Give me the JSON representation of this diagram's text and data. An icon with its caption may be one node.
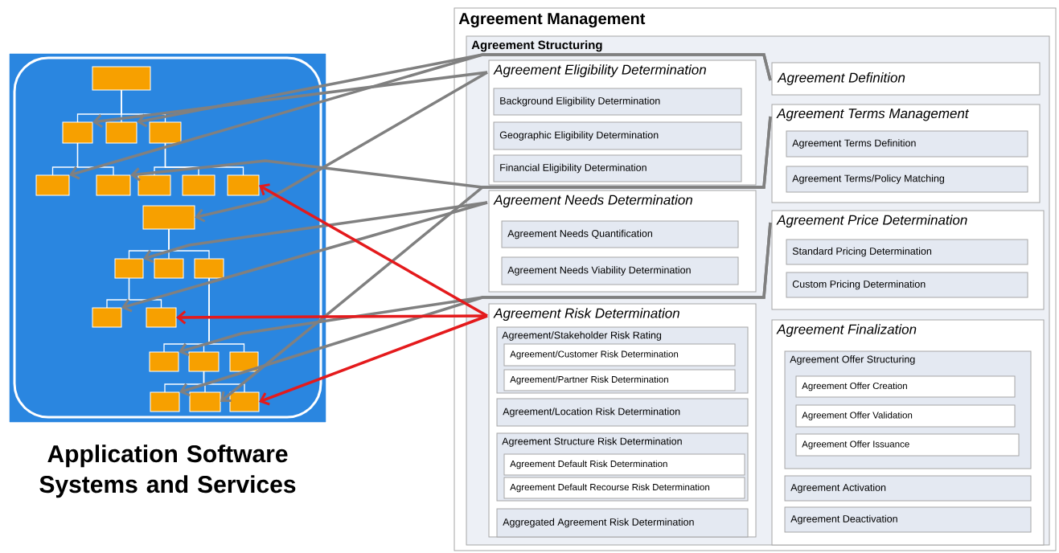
{
  "diagram": {
    "nodes": [
      {
        "text": [],
        "shape": "box",
        "beside": [
          "Application Software Systems and Services"
        ]
      },
      {
        "text": [],
        "shape": "box",
        "in": 0
      },
      {
        "text": [],
        "shape": "box",
        "in": 0
      },
      {
        "text": [],
        "shape": "box",
        "in": 0
      },
      {
        "text": [],
        "shape": "box",
        "in": 0
      },
      {
        "text": [],
        "shape": "box",
        "in": 0
      },
      {
        "text": [],
        "shape": "box",
        "in": 0
      },
      {
        "text": [],
        "shape": "box",
        "in": 0
      },
      {
        "text": [],
        "shape": "box",
        "in": 0
      },
      {
        "text": [],
        "shape": "box",
        "in": 0
      },
      {
        "text": [],
        "shape": "box",
        "in": 0
      },
      {
        "text": [],
        "shape": "box",
        "in": 0
      },
      {
        "text": [],
        "shape": "box",
        "in": 0
      },
      {
        "text": [],
        "shape": "box",
        "in": 0
      },
      {
        "text": [],
        "shape": "box",
        "in": 0
      },
      {
        "text": [],
        "shape": "box",
        "in": 0
      },
      {
        "text": [],
        "shape": "box",
        "in": 0
      },
      {
        "text": [],
        "shape": "box",
        "in": 0
      },
      {
        "text": [],
        "shape": "box",
        "in": 0
      },
      {
        "text": [],
        "shape": "box",
        "in": 0
      },
      {
        "text": [],
        "shape": "box",
        "in": 0
      },
      {
        "text": [],
        "shape": "box",
        "in": 0
      },
      {
        "text": [
          "Agreement Management"
        ]
      },
      {
        "text": [
          "Agreement Structuring"
        ],
        "in": 22
      },
      {
        "text": [
          "Agreement Eligibility Determination"
        ],
        "in": 23
      },
      {
        "text": [
          "Background Eligibility Determination"
        ],
        "in": 24
      },
      {
        "text": [
          "Geographic Eligibility Determination"
        ],
        "in": 24
      },
      {
        "text": [
          "Financial Eligibility Determination"
        ],
        "in": 24
      },
      {
        "text": [
          "Agreement Definition"
        ],
        "in": 23
      },
      {
        "text": [
          "Agreement Terms Management"
        ],
        "in": 23
      },
      {
        "text": [
          "Agreement Terms Definition"
        ],
        "in": 29
      },
      {
        "text": [
          "Agreement Terms/Policy Matching"
        ],
        "in": 29
      },
      {
        "text": [
          "Agreement Needs Determination"
        ],
        "in": 23
      },
      {
        "text": [
          "Agreement Needs Quantification"
        ],
        "in": 32
      },
      {
        "text": [
          "Agreement Needs Viability Determination"
        ],
        "in": 32
      },
      {
        "text": [
          "Agreement Price Determination"
        ],
        "in": 23
      },
      {
        "text": [
          "Standard Pricing Determination"
        ],
        "in": 35
      },
      {
        "text": [
          "Custom Pricing Determination"
        ],
        "in": 35
      },
      {
        "text": [
          "Agreement Risk Determination"
        ],
        "in": 23
      },
      {
        "text": [
          "Agreement/Stakeholder Risk Rating"
        ],
        "in": 38
      },
      {
        "text": [
          "Agreement/Customer Risk Determination"
        ],
        "in": 39
      },
      {
        "text": [
          "Agreement/Partner Risk Determination"
        ],
        "in": 39
      },
      {
        "text": [
          "Agreement/Location Risk Determination"
        ],
        "in": 38
      },
      {
        "text": [
          "Agreement Structure Risk Determination"
        ],
        "in": 38
      },
      {
        "text": [
          "Agreement Default Risk Determination"
        ],
        "in": 43
      },
      {
        "text": [
          "Agreement Default Recourse Risk Determination"
        ],
        "in": 43
      },
      {
        "text": [
          "Aggregated Agreement Risk Determination"
        ],
        "in": 38
      },
      {
        "text": [
          "Agreement Finalization"
        ],
        "in": 23
      },
      {
        "text": [
          "Agreement Offer Structuring"
        ],
        "in": 47
      },
      {
        "text": [
          "Agreement Offer Creation"
        ],
        "in": 48
      },
      {
        "text": [
          "Agreement Offer Validation"
        ],
        "in": 48
      },
      {
        "text": [
          "Agreement Offer Issuance"
        ],
        "in": 48
      },
      {
        "text": [
          "Agreement Activation"
        ],
        "in": 47
      },
      {
        "text": [
          "Agreement Deactivation"
        ],
        "in": 47
      }
    ],
    "edges": [
      {
        "from": 1,
        "to": 2,
        "arrow": "none",
        "color": "#ffffff"
      },
      {
        "from": 1,
        "to": 3,
        "arrow": "none",
        "color": "#ffffff"
      },
      {
        "from": 1,
        "to": 4,
        "arrow": "none",
        "color": "#ffffff"
      },
      {
        "from": 2,
        "to": 5,
        "arrow": "none",
        "color": "#ffffff"
      },
      {
        "from": 2,
        "to": 6,
        "arrow": "none",
        "color": "#ffffff"
      },
      {
        "from": 4,
        "to": 7,
        "arrow": "none",
        "color": "#ffffff"
      },
      {
        "from": 4,
        "to": 8,
        "arrow": "none",
        "color": "#ffffff"
      },
      {
        "from": 4,
        "to": 9,
        "arrow": "none",
        "color": "#ffffff"
      },
      {
        "from": 10,
        "to": 11,
        "arrow": "none",
        "color": "#ffffff"
      },
      {
        "from": 10,
        "to": 12,
        "arrow": "none",
        "color": "#ffffff"
      },
      {
        "from": 10,
        "to": 13,
        "arrow": "none",
        "color": "#ffffff"
      },
      {
        "from": 11,
        "to": 14,
        "arrow": "none",
        "color": "#ffffff"
      },
      {
        "from": 11,
        "to": 15,
        "arrow": "none",
        "color": "#ffffff"
      },
      {
        "from": 13,
        "to": 16,
        "arrow": "none",
        "color": "#ffffff"
      },
      {
        "from": 13,
        "to": 17,
        "arrow": "none",
        "color": "#ffffff"
      },
      {
        "from": 13,
        "to": 18,
        "arrow": "none",
        "color": "#ffffff"
      },
      {
        "from": 17,
        "to": 19,
        "arrow": "none",
        "color": "#ffffff"
      },
      {
        "from": 17,
        "to": 20,
        "arrow": "none",
        "color": "#ffffff"
      },
      {
        "from": 17,
        "to": 21,
        "arrow": "none",
        "color": "#ffffff"
      },
      {
        "from": 24,
        "to": 2,
        "arrow": "to",
        "style": "thick",
        "color": "#808080"
      },
      {
        "from": 24,
        "to": 10,
        "arrow": "to",
        "style": "thick",
        "color": "#808080"
      },
      {
        "from": 28,
        "to": 3,
        "arrow": "to",
        "style": "thick",
        "color": "#808080"
      },
      {
        "from": 28,
        "to": 5,
        "arrow": "to",
        "style": "thick",
        "color": "#808080"
      },
      {
        "from": 29,
        "to": 6,
        "arrow": "to",
        "style": "thick",
        "color": "#808080"
      },
      {
        "from": 29,
        "to": 20,
        "arrow": "to",
        "style": "thick",
        "color": "#808080"
      },
      {
        "from": 32,
        "to": 11,
        "arrow": "to",
        "style": "thick",
        "color": "#808080"
      },
      {
        "from": 32,
        "to": 14,
        "arrow": "to",
        "style": "thick",
        "color": "#808080"
      },
      {
        "from": 35,
        "to": 16,
        "arrow": "to",
        "style": "thick",
        "color": "#808080"
      },
      {
        "from": 35,
        "to": 19,
        "arrow": "to",
        "style": "thick",
        "color": "#808080"
      },
      {
        "from": 38,
        "to": 9,
        "arrow": "to",
        "style": "thick",
        "color": "#e41a1c"
      },
      {
        "from": 38,
        "to": 15,
        "arrow": "to",
        "style": "thick",
        "color": "#e41a1c"
      },
      {
        "from": 38,
        "to": 21,
        "arrow": "to",
        "style": "thick",
        "color": "#e41a1c"
      }
    ]
  }
}
